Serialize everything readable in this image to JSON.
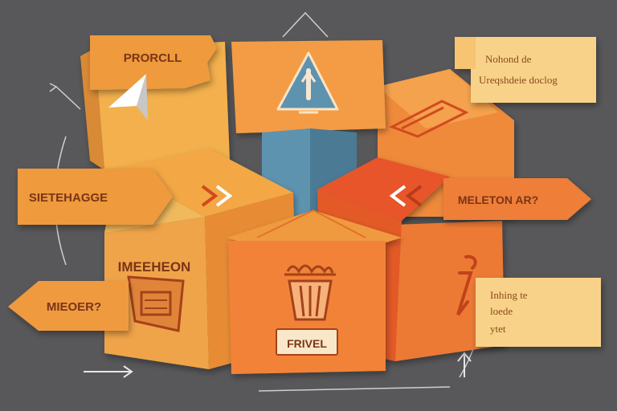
{
  "labels": {
    "top_tag": "PRORCLL",
    "left_tag": "SIETEHAGGE",
    "cube_face": "IMEEHEON",
    "bottom_left_tag": "MIEOER?",
    "right_tag": "MELETON AR?",
    "bin_label": "FRIVEL"
  },
  "notes": {
    "top_right": [
      "Nohond de",
      "Ureqshdeie doclog"
    ],
    "bottom_right": [
      "Inhing te",
      "loede",
      "ytet"
    ]
  },
  "colors": {
    "background": "#58585a",
    "orange_light": "#f0a44a",
    "orange": "#ee8a32",
    "orange_dark": "#e8552a",
    "blue": "#5e93b0",
    "note_paper": "#f9d28a",
    "text": "#7a3516"
  },
  "icons": {
    "top_block": "warning-triangle-icon",
    "center_cube": "fire-bin-icon",
    "right_cube": "lightning-hook-icon",
    "left_cube": "crate-icon"
  }
}
